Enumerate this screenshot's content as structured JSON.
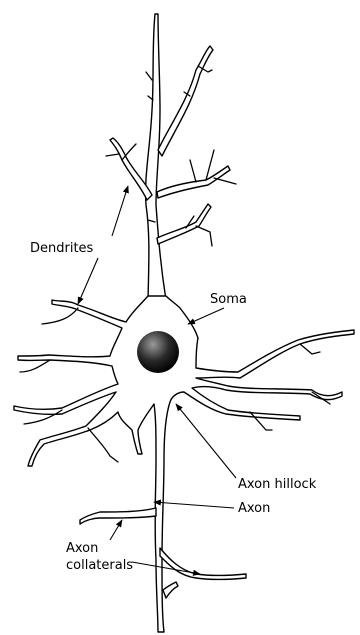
{
  "labels": {
    "dendrites": "Dendrites",
    "soma": "Soma",
    "axon_hillock": "Axon hillock",
    "axon": "Axon",
    "axon_collaterals_line1": "Axon",
    "axon_collaterals_line2": "collaterals"
  },
  "colors": {
    "stroke": "#000000",
    "background": "#ffffff",
    "nucleus_highlight": "#9a9a9a",
    "nucleus_dark": "#000000"
  }
}
